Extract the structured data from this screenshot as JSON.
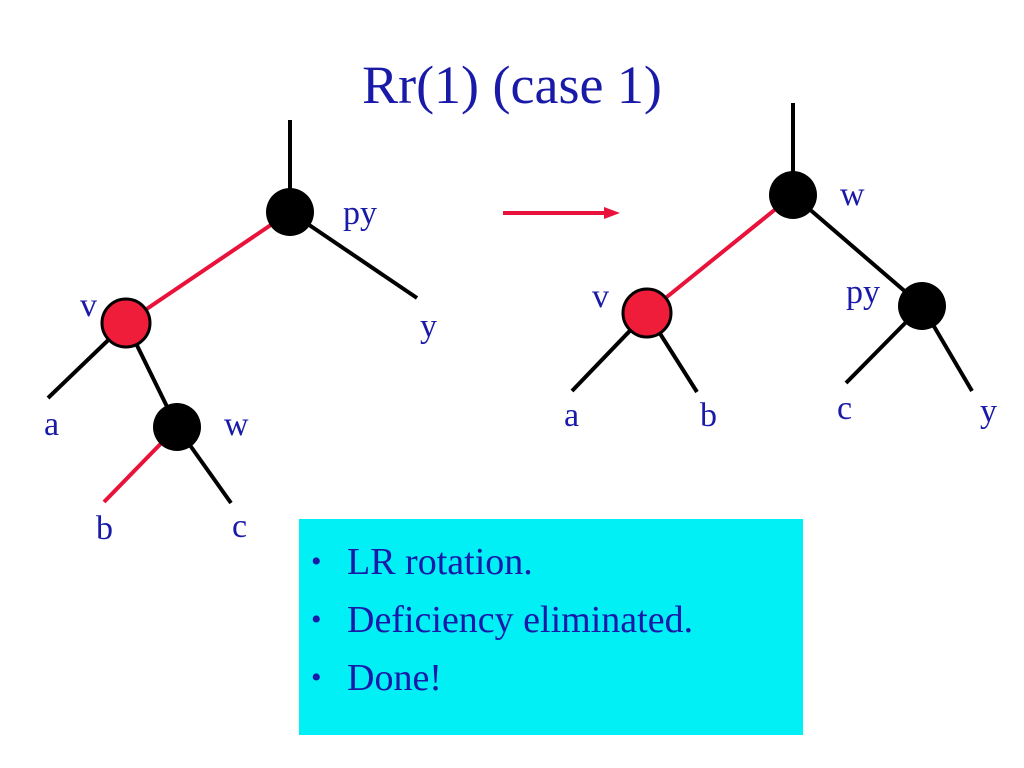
{
  "title": "Rr(1) (case 1)",
  "colors": {
    "text": "#1a1aa8",
    "red_node": "#ef1c3a",
    "red_edge": "#e8123a",
    "black": "#000000",
    "box": "#00f0f6"
  },
  "before": {
    "labels": {
      "py": "py",
      "v": "v",
      "w": "w",
      "a": "a",
      "b": "b",
      "c": "c",
      "y": "y"
    }
  },
  "after": {
    "labels": {
      "w": "w",
      "v": "v",
      "py": "py",
      "a": "a",
      "b": "b",
      "c": "c",
      "y": "y"
    }
  },
  "notes": {
    "bullet": "•",
    "items": [
      "LR rotation.",
      "Deficiency eliminated.",
      "Done!"
    ]
  }
}
